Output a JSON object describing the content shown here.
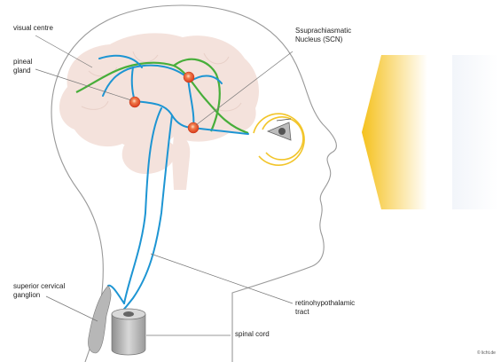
{
  "labels": {
    "visual_centre": "visual centre",
    "pineal_gland": "pineal\ngland",
    "scn": "Ssuprachiasmatic\nNucleus (SCN)",
    "superior_cervical_ganglion": "superior cervical\nganglion",
    "retinohypothalamic_tract": "retinohypothalamic\ntract",
    "spinal_cord": "spinal cord"
  },
  "credit": "© licht.de",
  "colors": {
    "head_outline": "#999999",
    "brain": "#f4e2dc",
    "nerve": "#1d95d3",
    "visual_pathway": "#47ae3a",
    "node": "#e4421c",
    "light": "#f5c11c",
    "eye_ring": "#f2c52a",
    "ganglion": "#b7b7b7",
    "leader": "#777777"
  }
}
